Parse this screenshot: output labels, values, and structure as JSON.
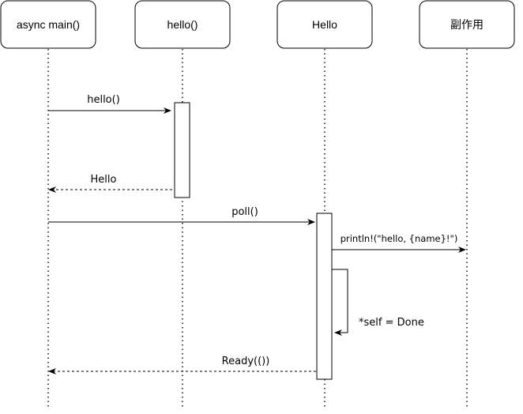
{
  "participants": [
    {
      "id": "main",
      "label": "async main()"
    },
    {
      "id": "hello_fn",
      "label": "hello()"
    },
    {
      "id": "hello_type",
      "label": "Hello"
    },
    {
      "id": "side_effect",
      "label": "副作用"
    }
  ],
  "messages": [
    {
      "id": "call-hello",
      "label": "hello()",
      "style": "solid"
    },
    {
      "id": "return-hello",
      "label": "Hello",
      "style": "dashed"
    },
    {
      "id": "call-poll",
      "label": "poll()",
      "style": "solid"
    },
    {
      "id": "println",
      "label": "println!(\"hello, {name}!\")",
      "style": "solid"
    },
    {
      "id": "self-done",
      "label": "*self = Done",
      "style": "solid"
    },
    {
      "id": "return-ready",
      "label": "Ready(())",
      "style": "dashed"
    }
  ]
}
